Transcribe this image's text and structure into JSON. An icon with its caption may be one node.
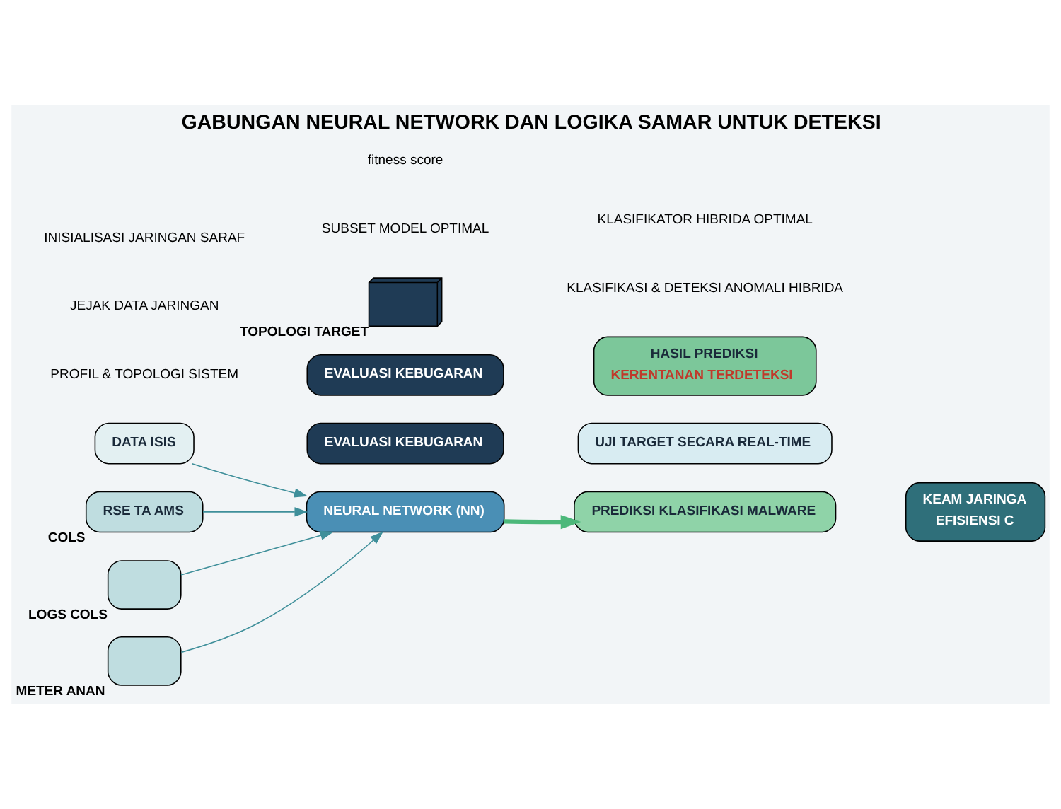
{
  "diagram": {
    "title": "GABUNGAN NEURAL NETWORK DAN LOGIKA SAMAR UNTUK DETEKSI",
    "nodes": [
      {
        "text": [
          "DATA ISIS"
        ]
      },
      {
        "text": [
          "RSE TA AMS"
        ],
        "beside": [
          "COLS"
        ]
      },
      {
        "text": [],
        "shape": "box",
        "beside": [
          "LOGS COLS"
        ]
      },
      {
        "text": [],
        "shape": "box",
        "beside": [
          "METER ANAN"
        ]
      },
      {
        "text": [
          "NEURAL NETWORK (NN)"
        ]
      },
      {
        "text": [
          "EVALUASI KEBUGARAN"
        ]
      },
      {
        "text": [
          "EVALUASI KEBUGARAN"
        ]
      },
      {
        "text": [],
        "shape": "picture",
        "beside": [
          "TOPOLOGI TARGET"
        ]
      },
      {
        "text": [
          "PREDIKSI KLASIFIKASI MALWARE"
        ]
      },
      {
        "text": [
          "UJI TARGET SECARA REAL-TIME"
        ]
      },
      {
        "text": [
          "HASIL PREDIKSI",
          "KERENTANAN TERDETEKSI"
        ]
      },
      {
        "text": [
          "KEAM JARINGA",
          "EFISIENSI C"
        ]
      }
    ],
    "edges": [
      {
        "from": 0,
        "to": 4,
        "arrow": "to"
      },
      {
        "from": 1,
        "to": 4,
        "arrow": "to"
      },
      {
        "from": 2,
        "to": 4,
        "arrow": "to"
      },
      {
        "from": 3,
        "to": 4,
        "arrow": "to"
      },
      {
        "from": 4,
        "to": 8,
        "arrow": "to",
        "style": "thick",
        "color": "#4cb87a"
      }
    ],
    "labels": [
      "KLASIFIKASI & DETEKSI ANOMALI HIBRIDA",
      "PROFIL & TOPOLOGI SISTEM",
      "JEJAK DATA JARINGAN",
      "INISIALISASI JARINGAN SARAF",
      "SUBSET MODEL OPTIMAL",
      "fitness score",
      "KLASIFIKATOR HIBRIDA OPTIMAL"
    ]
  }
}
